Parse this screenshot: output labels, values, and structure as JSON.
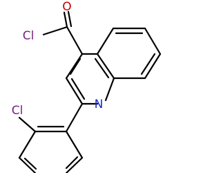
{
  "colors": {
    "background": "#ffffff",
    "bond": "#000000",
    "chlorine": "#7a1e85",
    "oxygen": "#c40000",
    "nitrogen": "#1a2fbf"
  },
  "atoms": {
    "acyl_chlorine": {
      "label": "Cl",
      "element": "chlorine"
    },
    "carbonyl_oxygen": {
      "label": "O",
      "element": "oxygen"
    },
    "ring_nitrogen": {
      "label": "N",
      "element": "nitrogen"
    },
    "aryl_chlorine": {
      "label": "Cl",
      "element": "chlorine"
    }
  }
}
